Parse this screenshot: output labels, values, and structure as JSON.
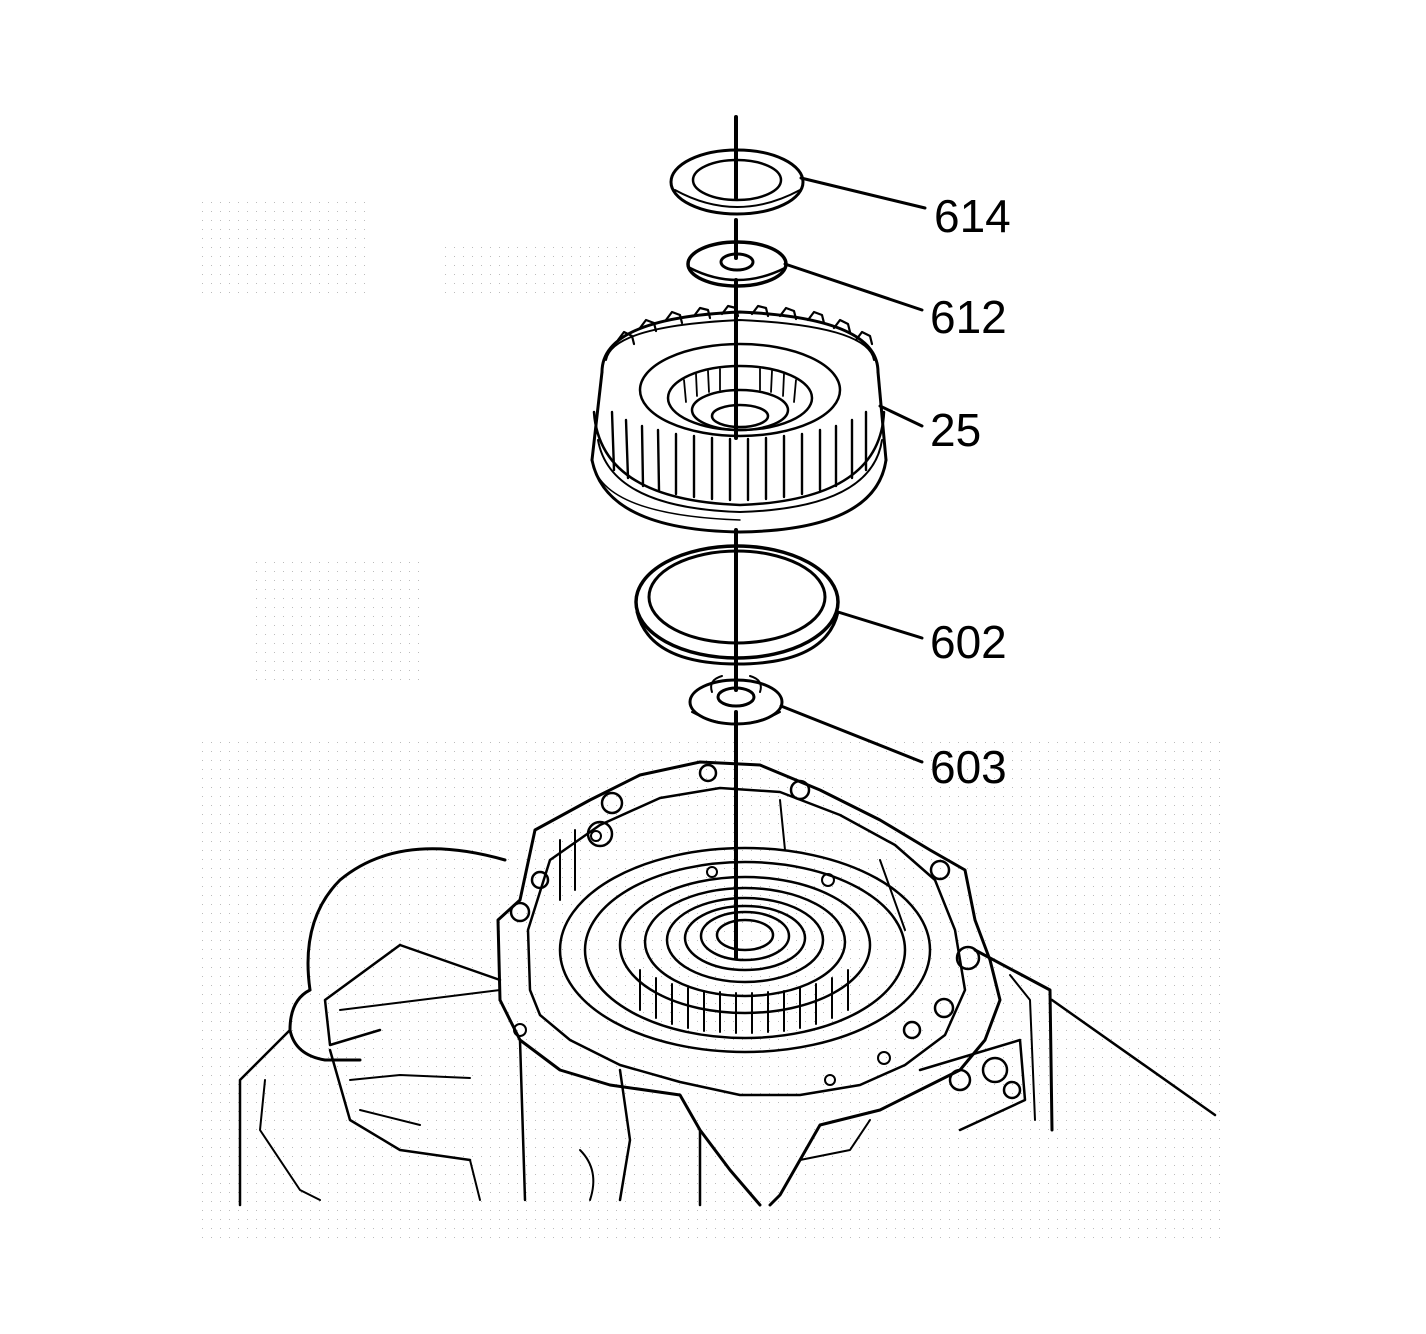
{
  "callouts": [
    {
      "id": "washer-top",
      "label": "614"
    },
    {
      "id": "thrust-bearing",
      "label": "612"
    },
    {
      "id": "clutch-housing",
      "label": "25"
    },
    {
      "id": "large-ring",
      "label": "602"
    },
    {
      "id": "small-washer",
      "label": "603"
    }
  ],
  "colors": {
    "ink": "#000000",
    "paper": "#ffffff"
  }
}
